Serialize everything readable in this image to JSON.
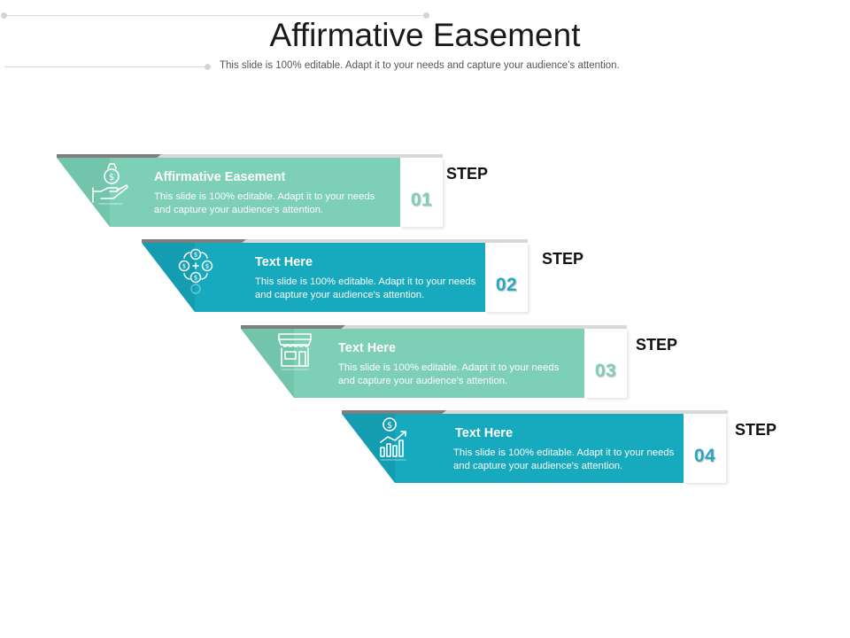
{
  "slide": {
    "title": "Affirmative Easement",
    "subtitle": "This slide is 100% editable. Adapt it to your needs and capture your audience’s attention."
  },
  "colors": {
    "mint": "#7dcfb6",
    "mint_dark": "#5fae98",
    "teal": "#17a9bd",
    "teal_dark": "#0f8697",
    "number_mint": "#7dcfb6",
    "number_teal": "#29a6c0"
  },
  "steps": [
    {
      "label": "STEP",
      "number": "01",
      "heading": "Affirmative  Easement",
      "body": "This slide is 100% editable. Adapt it to your needs and capture your audience's attention.",
      "icon": "money-bag-hand-icon",
      "theme": "mint"
    },
    {
      "label": "STEP",
      "number": "02",
      "heading": "Text Here",
      "body": "This slide is 100% editable. Adapt it to your needs and capture your audience's attention.",
      "icon": "currency-exchange-icon",
      "theme": "teal"
    },
    {
      "label": "STEP",
      "number": "03",
      "heading": "Text Here",
      "body": "This slide is 100% editable. Adapt it to your needs and capture your audience's attention.",
      "icon": "storefront-icon",
      "theme": "mint"
    },
    {
      "label": "STEP",
      "number": "04",
      "heading": "Text Here",
      "body": "This slide is 100% editable. Adapt it to your needs and capture your audience's attention.",
      "icon": "growth-chart-dollar-icon",
      "theme": "teal"
    }
  ]
}
